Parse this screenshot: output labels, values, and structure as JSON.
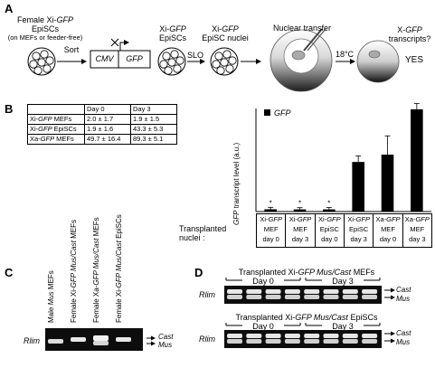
{
  "panel_a": {
    "letter": "A",
    "female_cells_line1_prefix": "Female Xi-",
    "female_cells_line1_gene": "GFP",
    "female_cells_line2": "EpiSCs",
    "female_cells_line3": "(on MEFs or feeder-free)",
    "sort_label": "Sort",
    "cmv_label": "CMV",
    "gfp_box_label": "GFP",
    "episcs_prefix": "Xi-",
    "episcs_gene": "GFP",
    "episcs_suffix": "EpiSCs",
    "slo_label": "SLO",
    "nuclei_prefix": "Xi-",
    "nuclei_gene": "GFP",
    "nuclei_suffix": "EpiSC nuclei",
    "nuclear_transfer_label": "Nuclear transfer",
    "temperature_label": "18°C",
    "question_prefix": "X-",
    "question_gene": "GFP",
    "question_suffix": "transcripts?",
    "answer": "YES"
  },
  "panel_b": {
    "letter": "B",
    "table": {
      "headers": [
        "",
        "Day 0",
        "Day 3"
      ],
      "rows": [
        {
          "prefix": "Xi-",
          "gene": "GFP",
          "suffix": " MEFs",
          "day0": "2.0 ± 1.7",
          "day3": "1.9 ± 1.5"
        },
        {
          "prefix": "Xi-",
          "gene": "GFP",
          "suffix": " EpiSCs",
          "day0": "1.9 ± 1.6",
          "day3": "43.3 ± 5.3"
        },
        {
          "prefix": "Xa-",
          "gene": "GFP",
          "suffix": " MEFs",
          "day0": "49.7 ± 16.4",
          "day3": "89.3 ± 5.1"
        }
      ]
    },
    "transplanted_label_1": "Transplanted",
    "transplanted_label_2": "nuclei :"
  },
  "chart_data": {
    "type": "bar",
    "ylabel_gene": "GFP",
    "ylabel_suffix": " transcript level  (a.u.)",
    "ylim": [
      0,
      90
    ],
    "legend": "GFP",
    "legend_position": "top-left",
    "categories": [
      {
        "line1_prefix": "Xi-",
        "line1_gene": "GFP",
        "line2": "MEF",
        "line3": "day 0"
      },
      {
        "line1_prefix": "Xi-",
        "line1_gene": "GFP",
        "line2": "MEF",
        "line3": "day 3"
      },
      {
        "line1_prefix": "Xi-",
        "line1_gene": "GFP",
        "line2": "EpiSC",
        "line3": "day 0"
      },
      {
        "line1_prefix": "Xi-",
        "line1_gene": "GFP",
        "line2": "EpiSC",
        "line3": "day 3"
      },
      {
        "line1_prefix": "Xa-",
        "line1_gene": "GFP",
        "line2": "MEF",
        "line3": "day 0"
      },
      {
        "line1_prefix": "Xa-",
        "line1_gene": "GFP",
        "line2": "MEF",
        "line3": "day 3"
      }
    ],
    "values": [
      2.0,
      1.9,
      1.9,
      43.3,
      49.7,
      89.3
    ],
    "errors": [
      1.7,
      1.5,
      1.6,
      5.3,
      16.4,
      5.1
    ],
    "annotations": [
      "*",
      "*",
      "*",
      "",
      "",
      ""
    ],
    "bar_color": "#000000"
  },
  "panel_c": {
    "letter": "C",
    "lanes": [
      {
        "p1": "Male ",
        "g1": "Mus",
        "p2": " MEFs",
        "g2": "",
        "p3": ""
      },
      {
        "p1": "Female Xi-",
        "g1": "GFP Mus/Cast",
        "p2": " MEFs",
        "g2": "",
        "p3": ""
      },
      {
        "p1": "Female Xa-",
        "g1": "GFP Mus/Cast",
        "p2": " MEFs",
        "g2": "",
        "p3": ""
      },
      {
        "p1": "Female Xi-",
        "g1": "GFP Mus/Cast",
        "p2": " EpiSCs",
        "g2": "",
        "p3": ""
      }
    ],
    "gene_label": "Rlim",
    "band_upper": "Cast",
    "band_lower": "Mus"
  },
  "panel_d": {
    "letter": "D",
    "top": {
      "title_prefix": "Transplanted Xi-",
      "title_gene": "GFP Mus/Cast",
      "title_suffix": " MEFs",
      "day0": "Day 0",
      "day3": "Day 3"
    },
    "bottom": {
      "title_prefix": "Transplanted Xi-",
      "title_gene": "GFP Mus/Cast",
      "title_suffix": " EpiSCs",
      "day0": "Day 0",
      "day3": "Day 3"
    },
    "gene_label": "Rlim",
    "band_upper": "Cast",
    "band_lower": "Mus"
  }
}
